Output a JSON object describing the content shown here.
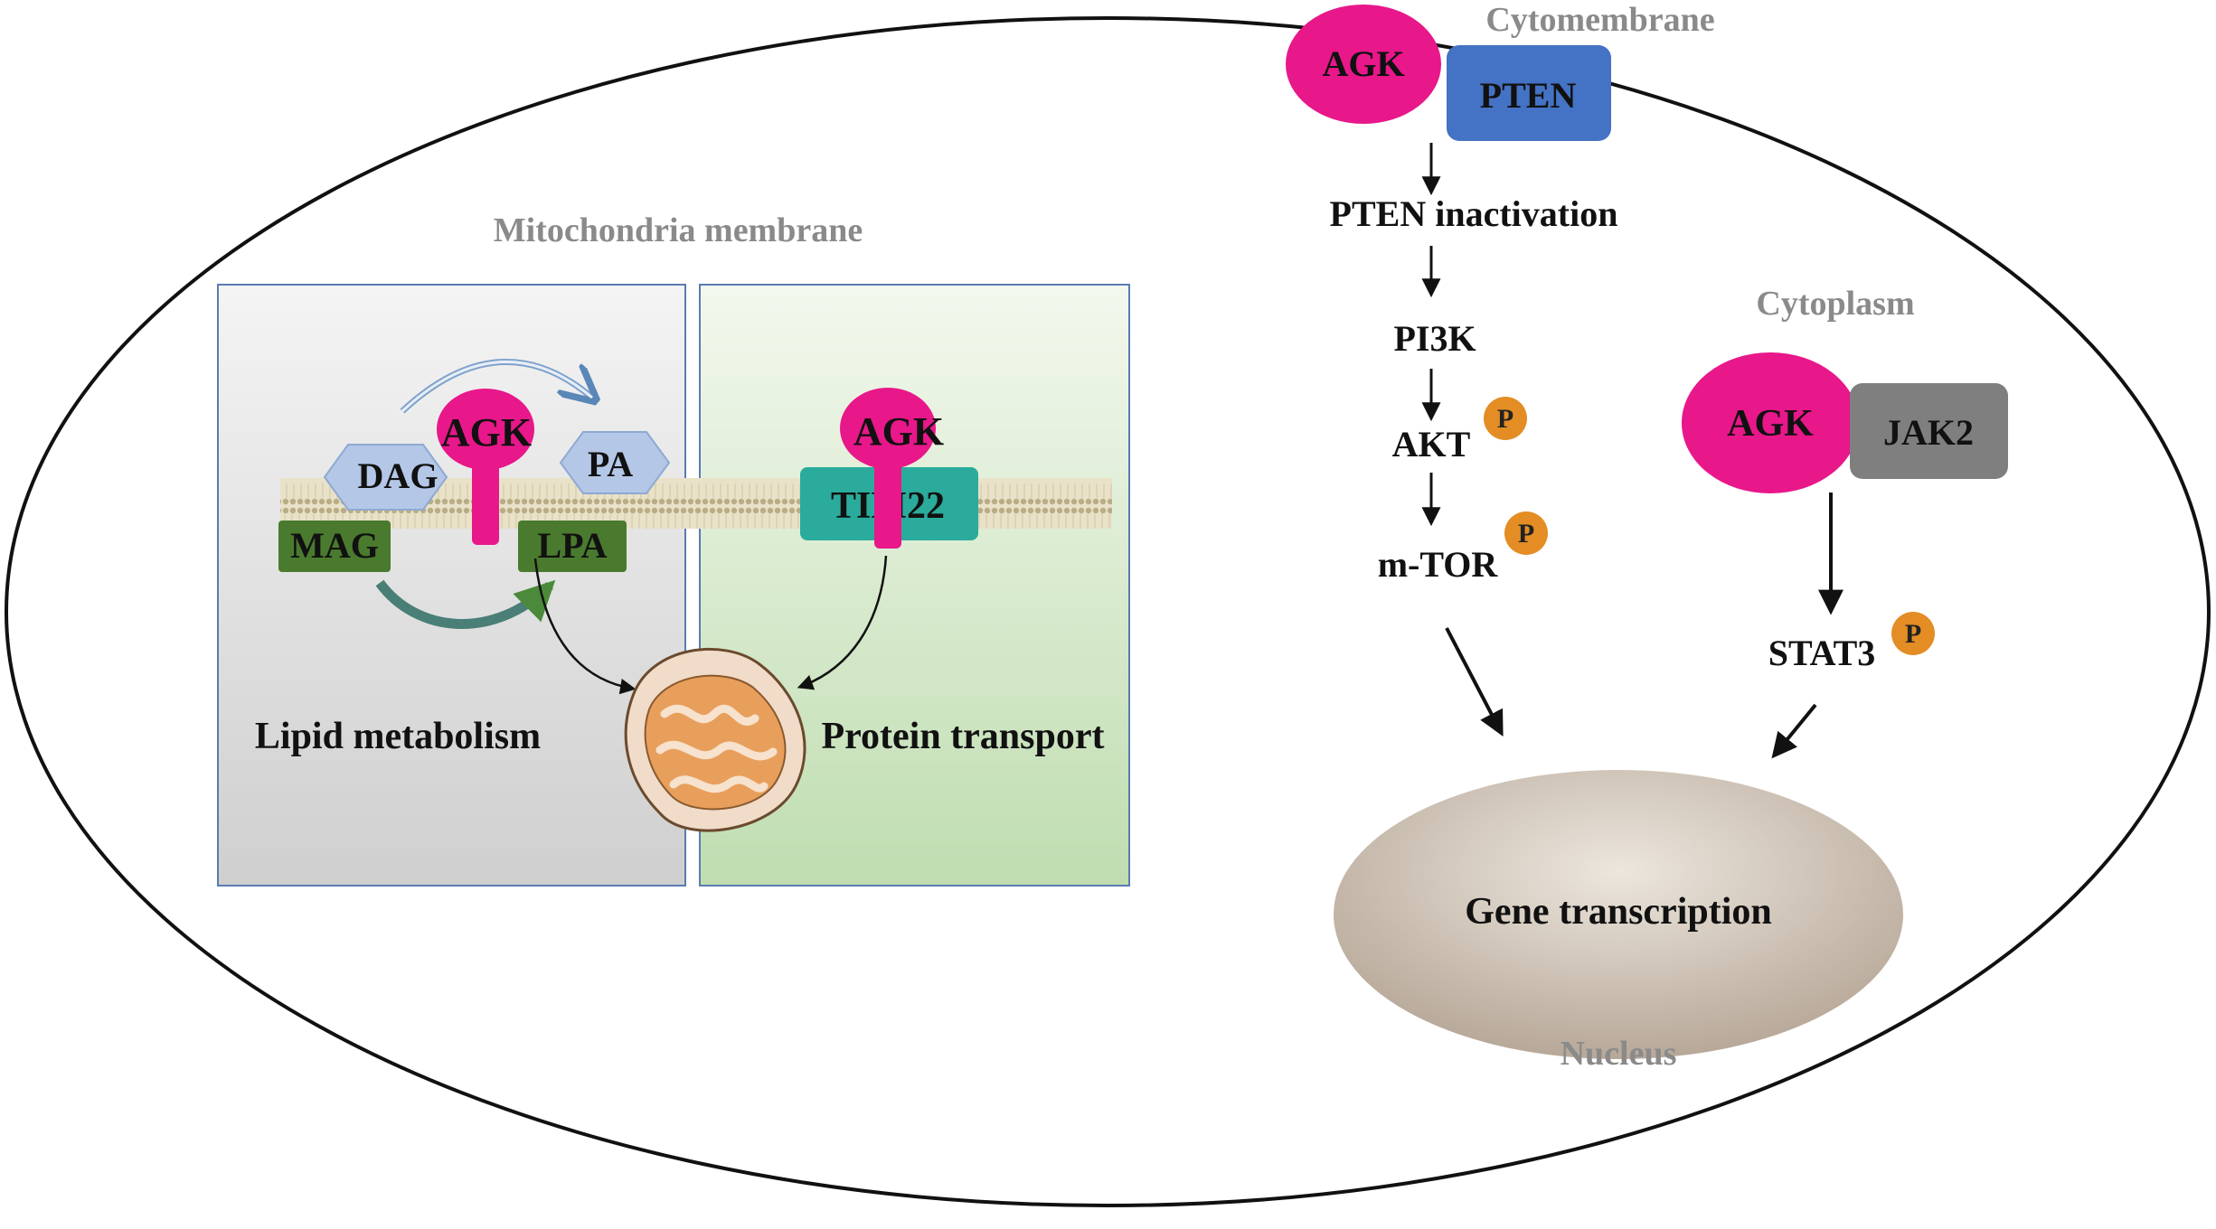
{
  "regions": {
    "cytomembrane": "Cytomembrane",
    "mitochondria_membrane": "Mitochondria membrane",
    "cytoplasm": "Cytoplasm",
    "nucleus": "Nucleus"
  },
  "mito_panel": {
    "agk": "AGK",
    "dag": "DAG",
    "pa": "PA",
    "mag": "MAG",
    "lpa": "LPA",
    "lipid_metabolism": "Lipid metabolism",
    "agk_tim": "AGK",
    "tim22": "TIM22",
    "protein_transport": "Protein transport"
  },
  "pten_pathway": {
    "agk": "AGK",
    "pten": "PTEN",
    "pten_inactivation": "PTEN inactivation",
    "pi3k": "PI3K",
    "akt": "AKT",
    "akt_p": "P",
    "mtor": "m-TOR",
    "mtor_p": "P"
  },
  "jak_pathway": {
    "agk": "AGK",
    "jak2": "JAK2",
    "stat3": "STAT3",
    "stat3_p": "P"
  },
  "nucleus_label": "Gene transcription",
  "colors": {
    "agk": "#e8178a",
    "pten": "#4472c4",
    "jak2": "#7f7f7f",
    "tim22": "#2aab9c",
    "lipid_green": "#4a7a2e",
    "hexagon": "#b4c7e7",
    "phospho": "#e38d24"
  }
}
